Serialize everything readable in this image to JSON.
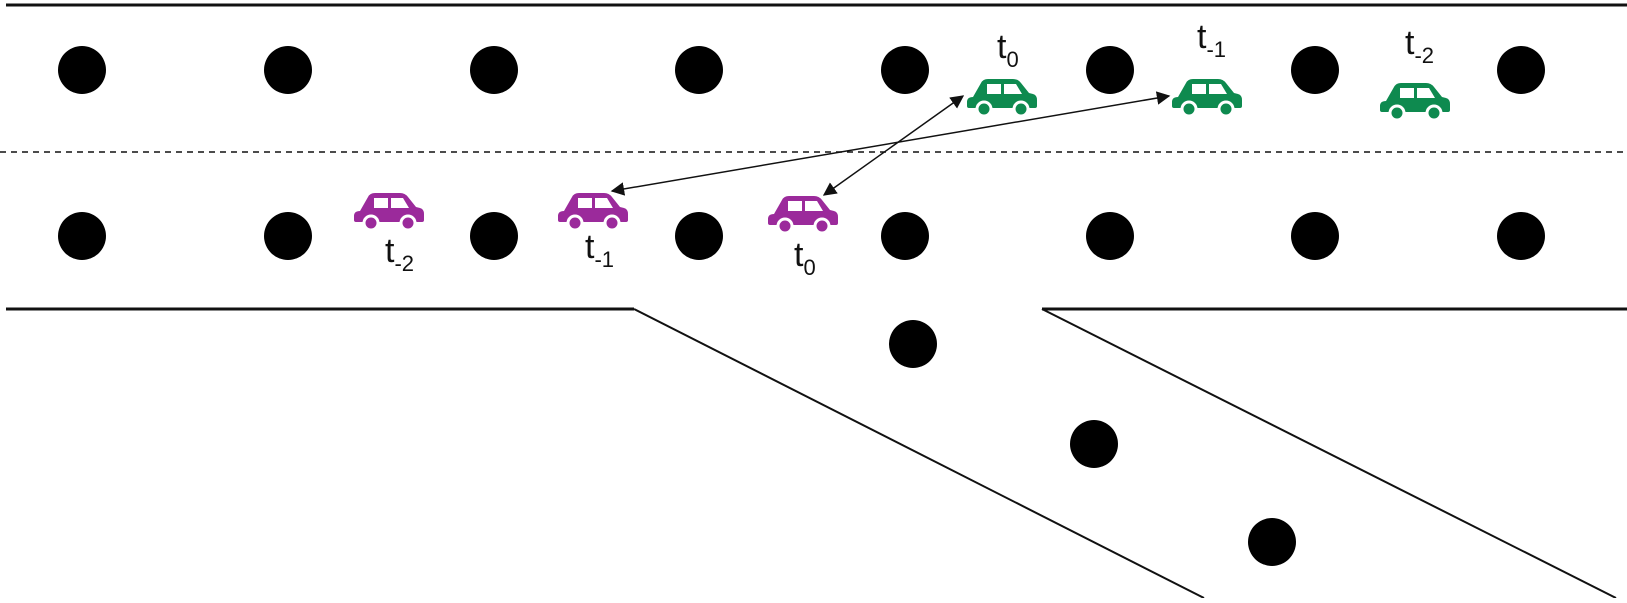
{
  "colors": {
    "road_line": "#111111",
    "dot": "#000000",
    "car_upper": "#0e8a4f",
    "car_lower": "#9b2a9b",
    "arrow": "#111111"
  },
  "icons": {
    "dot": "circle",
    "car": "car-icon"
  },
  "labels": {
    "upper_t0": {
      "base": "t",
      "sub": "0"
    },
    "upper_t1": {
      "base": "t",
      "sub": "-1"
    },
    "upper_t2": {
      "base": "t",
      "sub": "-2"
    },
    "lower_t2": {
      "base": "t",
      "sub": "-2"
    },
    "lower_t1": {
      "base": "t",
      "sub": "-1"
    },
    "lower_t0": {
      "base": "t",
      "sub": "0"
    }
  }
}
